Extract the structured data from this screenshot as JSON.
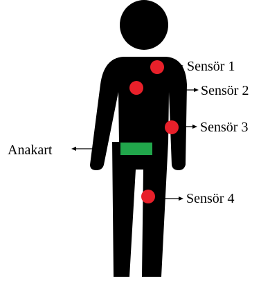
{
  "colors": {
    "figure": "#000000",
    "sensor": "#e8202a",
    "board": "#21a64b",
    "background": "#ffffff"
  },
  "labels": {
    "sensor_1": "Sensör 1",
    "sensor_2": "Sensör 2",
    "sensor_3": "Sensör 3",
    "sensor_4": "Sensör 4",
    "board": "Anakart"
  }
}
